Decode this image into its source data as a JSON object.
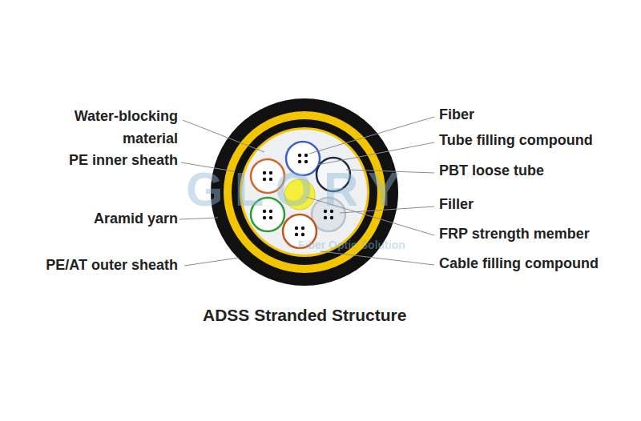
{
  "diagram": {
    "caption": "ADSS Stranded Structure",
    "labels": [
      "Water-blocking material",
      "PE inner sheath",
      "Aramid yarn",
      "PE/AT outer sheath",
      "Fiber",
      "Tube filling compound",
      "PBT loose tube",
      "Filler",
      "FRP strength member",
      "Cable filling compound",
      "GLORY",
      "Fiber Optic Solution"
    ]
  }
}
